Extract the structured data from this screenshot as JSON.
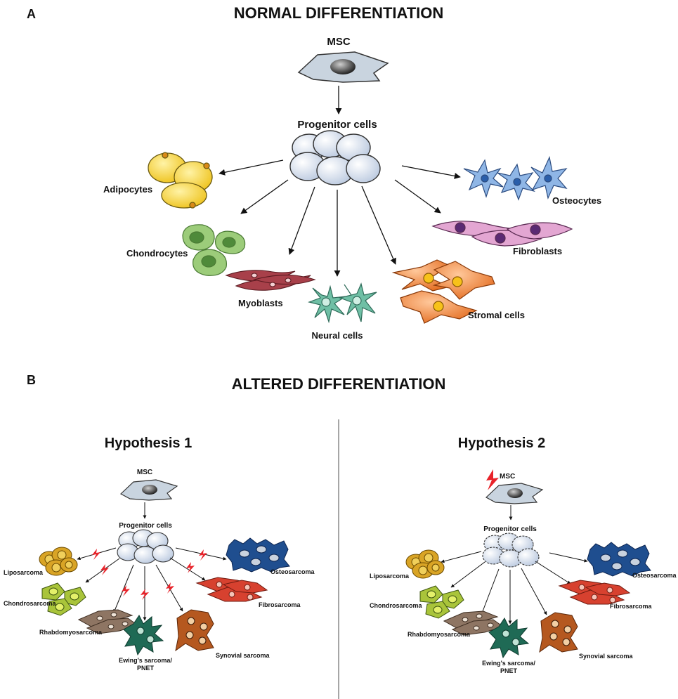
{
  "panel_a": {
    "letter": "A",
    "title": "NORMAL DIFFERENTIATION",
    "msc": "MSC",
    "progenitor": "Progenitor cells",
    "cells": {
      "adipocytes": "Adipocytes",
      "chondrocytes": "Chondrocytes",
      "myoblasts": "Myoblasts",
      "neural": "Neural cells",
      "stromal": "Stromal cells",
      "fibroblasts": "Fibroblasts",
      "osteocytes": "Osteocytes"
    }
  },
  "panel_b": {
    "letter": "B",
    "title": "ALTERED DIFFERENTIATION",
    "h1": {
      "title": "Hypothesis 1",
      "msc": "MSC",
      "progenitor": "Progenitor cells",
      "liposarcoma": "Liposarcoma",
      "chondrosarcoma": "Chondrosarcoma",
      "rhabdomyosarcoma": "Rhabdomyosarcoma",
      "ewing_line1": "Ewing's sarcoma/",
      "ewing_line2": "PNET",
      "synovial": "Synovial sarcoma",
      "fibrosarcoma": "Fibrosarcoma",
      "osteosarcoma": "Osteosarcoma"
    },
    "h2": {
      "title": "Hypothesis 2",
      "msc": "MSC",
      "progenitor": "Progenitor cells",
      "liposarcoma": "Liposarcoma",
      "chondrosarcoma": "Chondrosarcoma",
      "rhabdomyosarcoma": "Rhabdomyosarcoma",
      "ewing_line1": "Ewing's sarcoma/",
      "ewing_line2": "PNET",
      "synovial": "Synovial sarcoma",
      "fibrosarcoma": "Fibrosarcoma",
      "osteosarcoma": "Osteosarcoma"
    }
  },
  "colors": {
    "msc": "#c9d4df",
    "progenitor": "#dde6f2",
    "adipocyte": "#f5d22e",
    "chondrocyte": "#9ccc7a",
    "myoblast": "#a8404a",
    "neural": "#6fbfa5",
    "stromal": "#ef7d2e",
    "fibroblast": "#e3a6d2",
    "osteocyte": "#8fb6e6",
    "osteosarcoma": "#1f4e8f",
    "fibrosarcoma": "#d7412f",
    "synovial": "#b5581f",
    "ewing": "#1f6a55",
    "rhabdo": "#8e7563",
    "chondrosarcoma": "#a9c43a",
    "liposarcoma": "#d9a425",
    "lightning": "#e8232a"
  }
}
